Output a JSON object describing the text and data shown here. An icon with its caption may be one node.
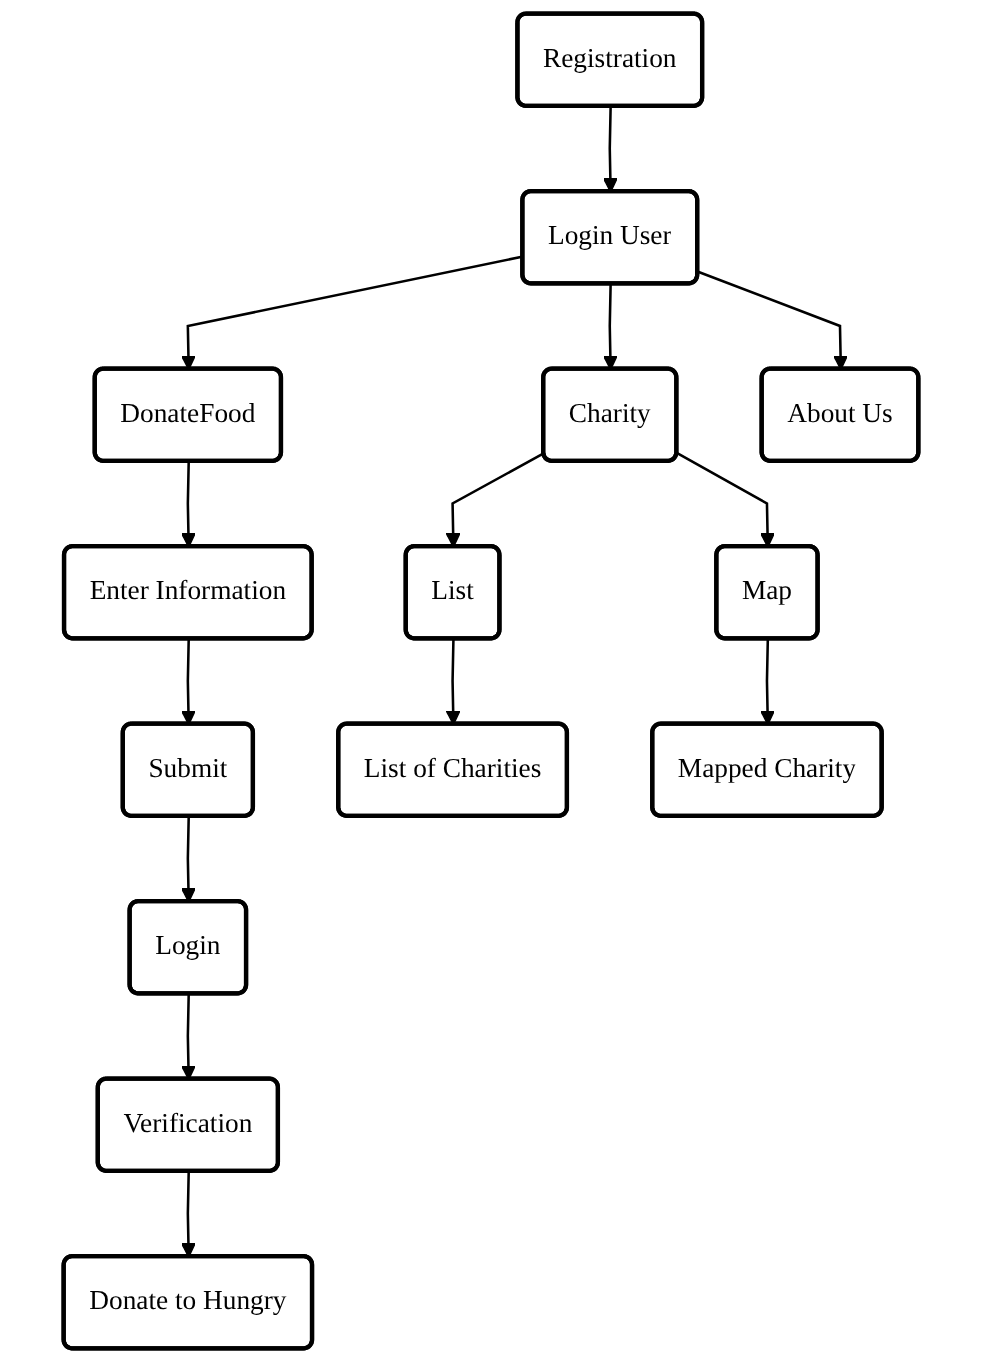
{
  "diagram": {
    "nodes": [
      {
        "text": [
          "Registration"
        ]
      },
      {
        "text": [
          "Login User"
        ]
      },
      {
        "text": [
          "DonateFood"
        ]
      },
      {
        "text": [
          "Charity"
        ]
      },
      {
        "text": [
          "About Us"
        ]
      },
      {
        "text": [
          "Enter Information"
        ]
      },
      {
        "text": [
          "Submit"
        ]
      },
      {
        "text": [
          "Login"
        ]
      },
      {
        "text": [
          "Verification"
        ]
      },
      {
        "text": [
          "Donate to Hungry"
        ]
      },
      {
        "text": [
          "List"
        ]
      },
      {
        "text": [
          "Map"
        ]
      },
      {
        "text": [
          "List of Charities"
        ]
      },
      {
        "text": [
          "Mapped Charity"
        ]
      }
    ],
    "edges": [
      {
        "from": 0,
        "to": 1,
        "arrow": "to"
      },
      {
        "from": 1,
        "to": 2,
        "arrow": "to"
      },
      {
        "from": 1,
        "to": 3,
        "arrow": "to"
      },
      {
        "from": 1,
        "to": 4,
        "arrow": "to"
      },
      {
        "from": 2,
        "to": 5,
        "arrow": "to"
      },
      {
        "from": 5,
        "to": 6,
        "arrow": "to"
      },
      {
        "from": 6,
        "to": 7,
        "arrow": "to"
      },
      {
        "from": 7,
        "to": 8,
        "arrow": "to"
      },
      {
        "from": 8,
        "to": 9,
        "arrow": "to"
      },
      {
        "from": 3,
        "to": 10,
        "arrow": "to"
      },
      {
        "from": 3,
        "to": 11,
        "arrow": "to"
      },
      {
        "from": 10,
        "to": 12,
        "arrow": "to"
      },
      {
        "from": 11,
        "to": 13,
        "arrow": "to"
      }
    ]
  }
}
